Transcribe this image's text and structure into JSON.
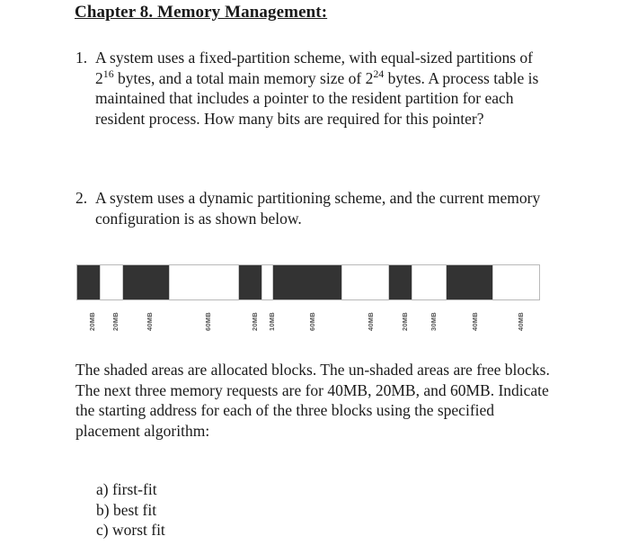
{
  "document": {
    "title": "Chapter 8. Memory Management:"
  },
  "questions": [
    {
      "number": "1.",
      "text_before_sup1": "A system uses a fixed-partition scheme, with equal-sized partitions of 2",
      "sup1": "16",
      "text_between": " bytes, and a total main memory size of 2",
      "sup2": "24",
      "text_after": " bytes. A process table is maintained that includes a pointer to the resident partition for each resident process. How many bits are required for this pointer?"
    },
    {
      "number": "2.",
      "text": "A system uses a dynamic partitioning scheme, and the current memory configuration is as shown below."
    }
  ],
  "memory_diagram": {
    "total_mb": 400,
    "allocated_color": "#333333",
    "free_color": "#ffffff",
    "blocks": [
      {
        "label": "20MB",
        "size_mb": 20,
        "state": "allocated"
      },
      {
        "label": "20MB",
        "size_mb": 20,
        "state": "free"
      },
      {
        "label": "40MB",
        "size_mb": 40,
        "state": "allocated"
      },
      {
        "label": "60MB",
        "size_mb": 60,
        "state": "free"
      },
      {
        "label": "20MB",
        "size_mb": 20,
        "state": "allocated"
      },
      {
        "label": "10MB",
        "size_mb": 10,
        "state": "free"
      },
      {
        "label": "60MB",
        "size_mb": 60,
        "state": "allocated"
      },
      {
        "label": "40MB",
        "size_mb": 40,
        "state": "free"
      },
      {
        "label": "20MB",
        "size_mb": 20,
        "state": "allocated"
      },
      {
        "label": "30MB",
        "size_mb": 30,
        "state": "free"
      },
      {
        "label": "40MB",
        "size_mb": 40,
        "state": "allocated"
      },
      {
        "label": "40MB",
        "size_mb": 40,
        "state": "free"
      }
    ]
  },
  "description": {
    "paragraph": "The shaded areas are allocated blocks. The un-shaded areas are free blocks. The next three memory requests are for 40MB, 20MB, and 60MB. Indicate the starting address for each of the three blocks using the specified placement algorithm:"
  },
  "choices": [
    {
      "marker": "a)",
      "label": "first-fit"
    },
    {
      "marker": "b)",
      "label": "best fit"
    },
    {
      "marker": "c)",
      "label": "worst fit"
    }
  ]
}
